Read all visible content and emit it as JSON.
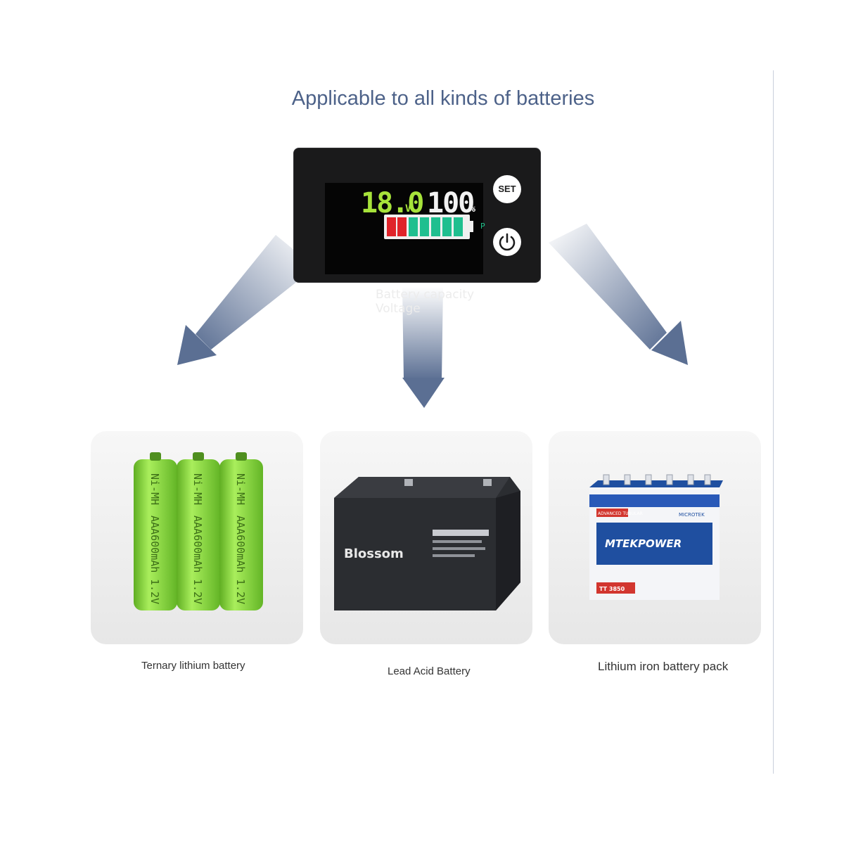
{
  "headline": "Applicable to all kinds of batteries",
  "display": {
    "voltage_value": "18.0",
    "voltage_unit": "V",
    "percent_value": "100",
    "percent_unit": "%",
    "caption": "Battery capacity Voltage",
    "set_label": "SET",
    "p_indicator": "P",
    "level_percent": 100,
    "segments": [
      "red",
      "red",
      "cyan",
      "cyan",
      "cyan",
      "cyan",
      "cyan"
    ],
    "colors": {
      "voltage": "#a6e23a",
      "red": "#e0242a",
      "cyan": "#1fbf8f",
      "frame": "#1a1a1b"
    }
  },
  "cards": [
    {
      "label": "Ternary lithium battery",
      "print": [
        "Ni-MH",
        "AAA600mAh",
        "1.2V"
      ],
      "color": "#7dd13a"
    },
    {
      "label": "Lead Acid Battery",
      "brand": "Blossom",
      "color": "#2b2d31"
    },
    {
      "label": "Lithium iron battery pack",
      "brand": "MTEKPOWER",
      "badges": [
        "ADVANCED TUBULAR",
        "MICROTEK",
        "TT 3850"
      ],
      "color": "#1f4fa0"
    }
  ],
  "accent_colors": {
    "headline": "#4d6289",
    "arrow": "#5b6f93"
  }
}
